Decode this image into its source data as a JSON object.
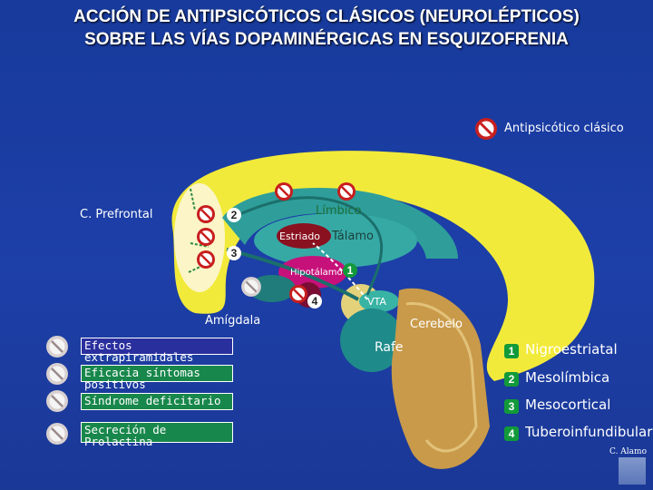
{
  "title_line1": "ACCIÓN DE ANTIPSICÓTICOS CLÁSICOS (NEUROLÉPTICOS)",
  "title_line2": "SOBRE LAS VÍAS DOPAMINÉRGICAS EN ESQUIZOFRENIA",
  "legend": {
    "label": "Antipsicótico clásico",
    "icon": "no-entry-icon"
  },
  "regions": {
    "prefrontal": "C. Prefrontal",
    "limbico": "Límbico",
    "estriado": "Estriado",
    "talamo": "Tálamo",
    "hipotalamo": "Hipotálamo",
    "amigdala": "Amígdala",
    "vta": "VTA",
    "cerebelo": "Cerebelo",
    "rafe": "Rafe"
  },
  "effects": [
    {
      "label": "Efectos extrapiramidales",
      "fill": "#2a2f9e"
    },
    {
      "label": "Eficacia síntomas positivos",
      "fill": "#18874b"
    },
    {
      "label": "Síndrome deficitario",
      "fill": "#18874b"
    },
    {
      "label": "Secreción de Prolactina",
      "fill": "#18874b"
    }
  ],
  "pathways": [
    {
      "number": "1",
      "name": "Nigroestriatal"
    },
    {
      "number": "2",
      "name": "Mesolímbica"
    },
    {
      "number": "3",
      "name": "Mesocortical"
    },
    {
      "number": "4",
      "name": "Tuberoinfundibular"
    }
  ],
  "author": "C. Alamo",
  "colors": {
    "background": "#1a3b9e",
    "cortex": "#f2ea3a",
    "badge": "#129a3a",
    "block_ring": "#c81e1e"
  }
}
